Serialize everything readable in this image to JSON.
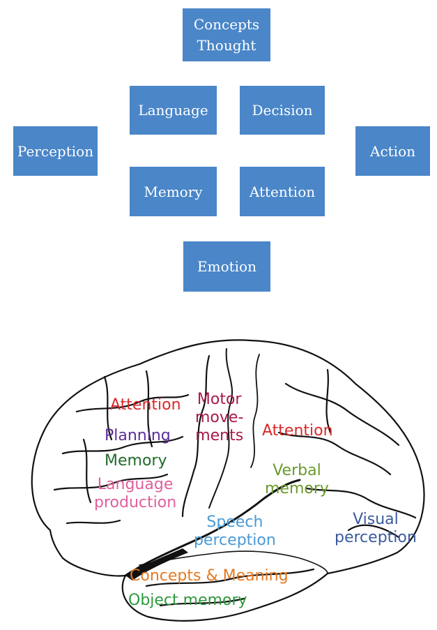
{
  "concept_boxes": {
    "concepts_thought": [
      "Concepts",
      "Thought"
    ],
    "language": "Language",
    "decision": "Decision",
    "perception": "Perception",
    "action": "Action",
    "memory": "Memory",
    "attention": "Attention",
    "emotion": "Emotion"
  },
  "brain_labels": {
    "attention_frontal": "Attention",
    "motor": [
      "Motor",
      "move-",
      "ments"
    ],
    "attention_parietal": "Attention",
    "planning": "Planning",
    "memory": "Memory",
    "verbal_memory": [
      "Verbal",
      "memory"
    ],
    "language_production": [
      "Language",
      "production"
    ],
    "speech_perception": [
      "Speech",
      "perception"
    ],
    "visual_perception": [
      "Visual",
      "perception"
    ],
    "concepts_meaning": "Concepts & Meaning",
    "object_memory": "Object memory"
  },
  "colors": {
    "box_fill": "#4a86c8",
    "red": "#d9282a",
    "maroon": "#a8194a",
    "purple": "#5b2f9a",
    "dark_green": "#1f6b2a",
    "pink": "#e0609c",
    "olive_green": "#6a9a2a",
    "light_blue": "#4a9ad4",
    "navy_blue": "#3a5a9e",
    "orange": "#e47a22",
    "green": "#2e9a3e"
  }
}
